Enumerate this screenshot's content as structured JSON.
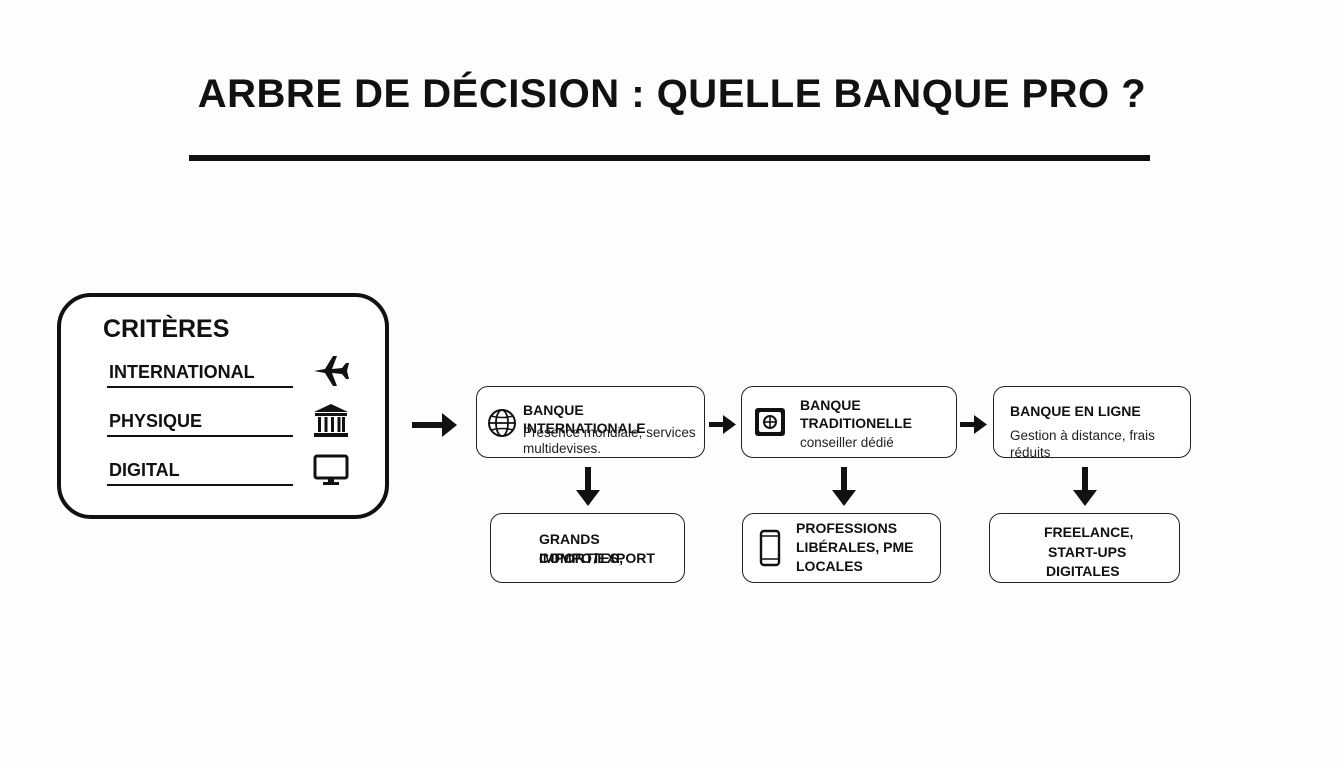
{
  "title": "ARBRE DE DÉCISION : QUELLE BANQUE PRO ?",
  "criteria": {
    "heading": "CRITÈRES",
    "items": [
      {
        "label": "INTERNATIONAL",
        "icon": "airplane-icon"
      },
      {
        "label": "PHYSIQUE",
        "icon": "bank-building-icon"
      },
      {
        "label": "DIGITAL",
        "icon": "monitor-icon"
      }
    ]
  },
  "banks": [
    {
      "name": "BANQUE INTERNATIONALE",
      "desc_line1": "Présence mondiale, services",
      "desc_line2": "multidevises.",
      "icon": "globe-icon"
    },
    {
      "name_line1": "BANQUE",
      "name_line2": "TRADITIONELLE",
      "desc": "conseiller dédié",
      "icon": "safe-icon"
    },
    {
      "name": "BANQUE EN LIGNE",
      "desc": "Gestion à distance, frais réduits"
    }
  ],
  "targets": [
    {
      "line1": "GRANDS COMPOTES,",
      "line2": "IMPORT/EXPORT"
    },
    {
      "line1": "PROFESSIONS",
      "line2": "LIBÉRALES, PME",
      "line3": "LOCALES",
      "icon": "smartphone-icon"
    },
    {
      "line1": "FREELANCE,",
      "line2": "START-UPS",
      "line3": "DIGITALES"
    }
  ]
}
